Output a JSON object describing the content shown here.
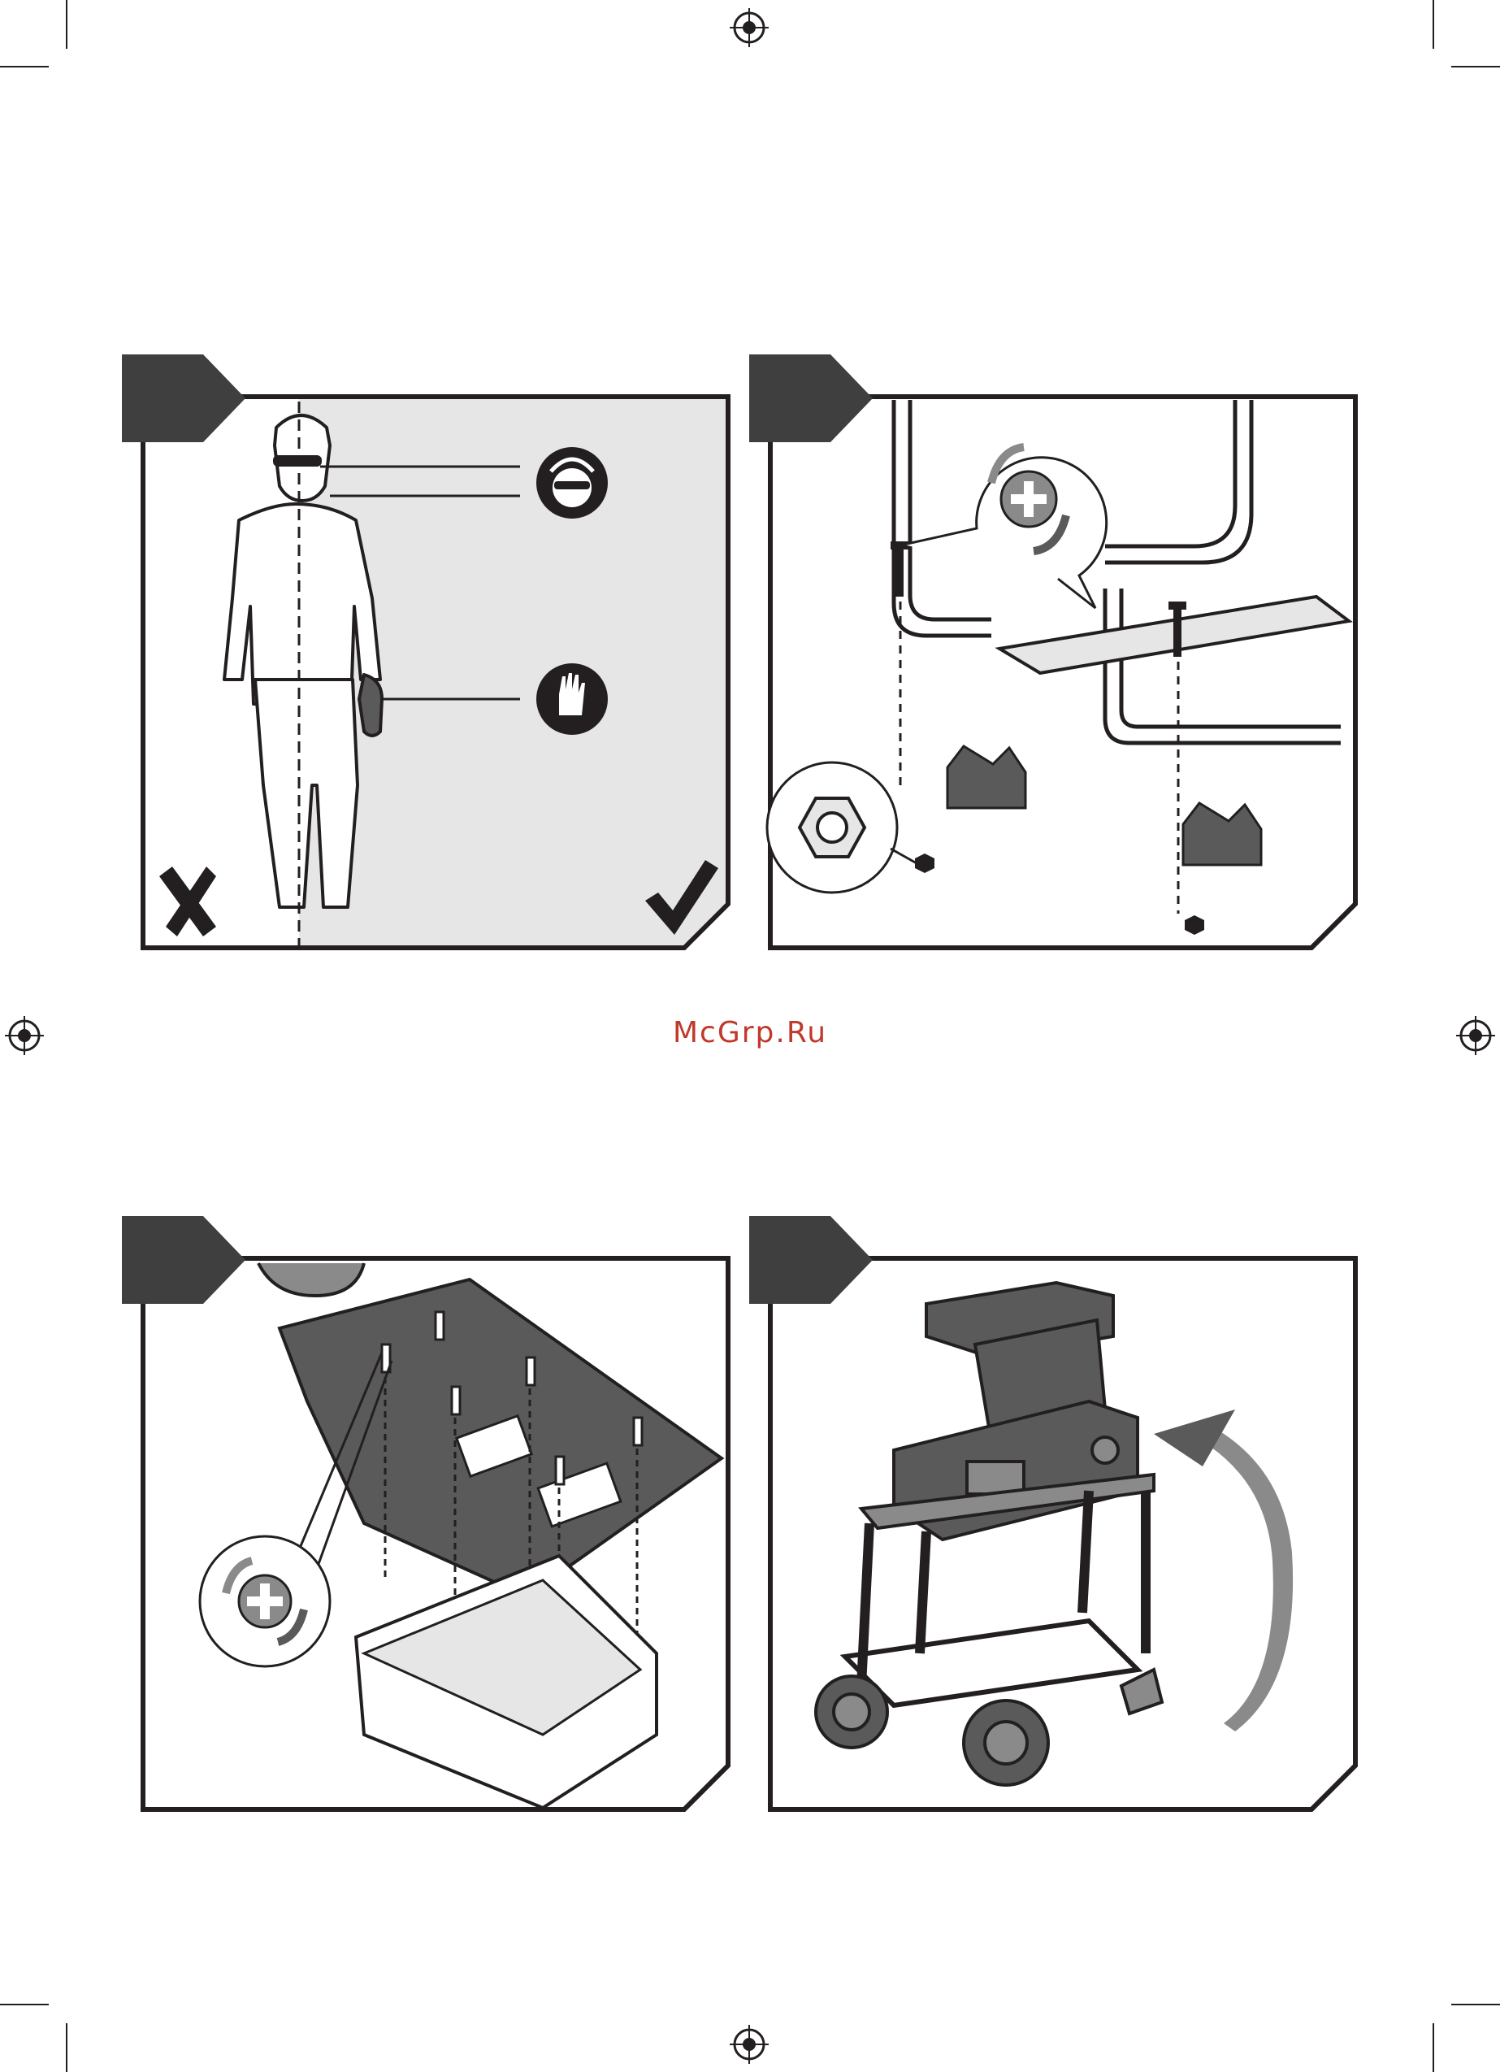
{
  "watermark": {
    "text": "McGrp.Ru"
  },
  "colors": {
    "frame": "#231f20",
    "tab": "#3f3f3f",
    "panel_shade": "#e6e6e6",
    "part_dark": "#5a5a5a",
    "part_mid": "#8a8a8a",
    "watermark": "#c0392b"
  },
  "panels": [
    {
      "id": "protective-equipment",
      "icons": [
        "face-protection-icon",
        "gloves-icon",
        "cross-mark-icon",
        "check-mark-icon"
      ]
    },
    {
      "id": "attach-feet",
      "icons": [
        "phillips-screwdriver-icon",
        "hex-nut-icon"
      ]
    },
    {
      "id": "screw-stand-to-body",
      "icons": [
        "phillips-screwdriver-icon"
      ]
    },
    {
      "id": "turn-upright",
      "icons": [
        "rotate-arrow-icon"
      ]
    }
  ]
}
